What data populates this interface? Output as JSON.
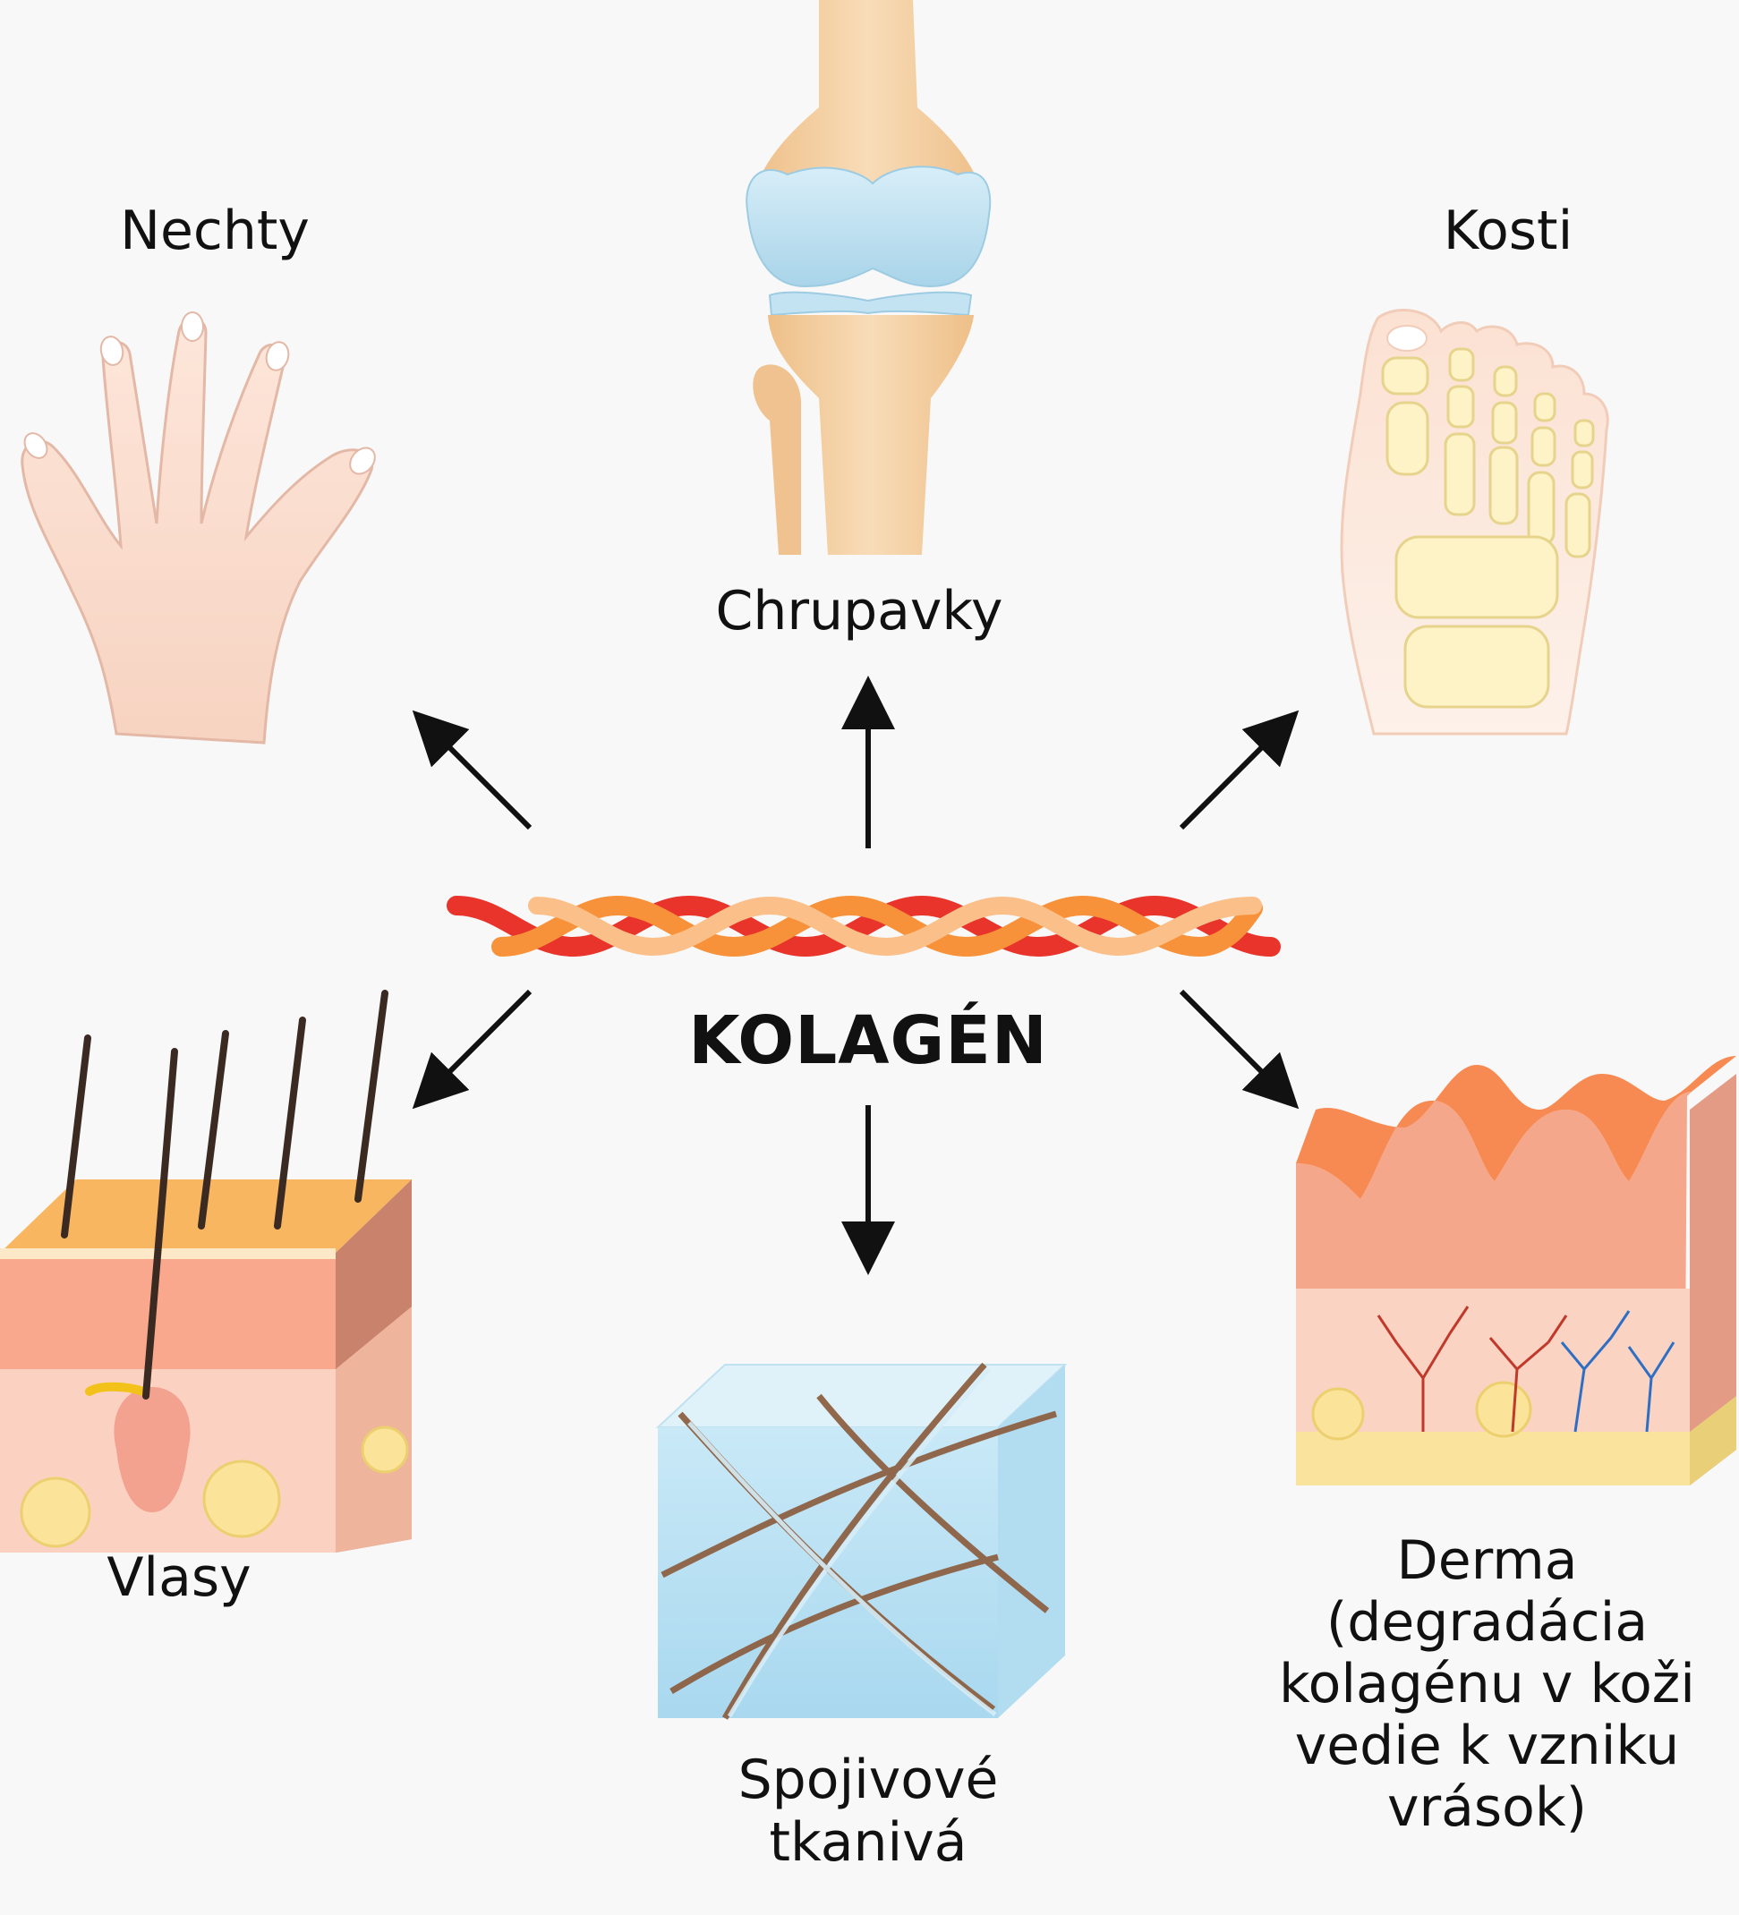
{
  "center": {
    "title": "KOLAGÉN"
  },
  "items": {
    "nechty": "Nechty",
    "chrupavky": "Chrupavky",
    "kosti": "Kosti",
    "vlasy": "Vlasy",
    "spojive": [
      "Spojivové",
      "tkanivá"
    ],
    "derma": [
      "Derma",
      "(degradácia",
      "kolagénu v koži",
      "vedie k vzniku",
      "vrások)"
    ]
  },
  "colors": {
    "background": "#f8f8f8",
    "collagen_red": "#e8342a",
    "collagen_orange": "#f7923a",
    "collagen_light": "#fbc08a",
    "skin": "#f7c8b0",
    "cartilage": "#bfe0ef",
    "bone": "#f3d2a6",
    "tissue": "#bfe4f4",
    "fiber": "#8a5a3a"
  },
  "icons": [
    "hand-icon",
    "knee-joint-icon",
    "foot-bones-icon",
    "hair-skin-icon",
    "connective-tissue-cube-icon",
    "dermis-wrinkle-icon",
    "collagen-triple-helix-icon"
  ]
}
